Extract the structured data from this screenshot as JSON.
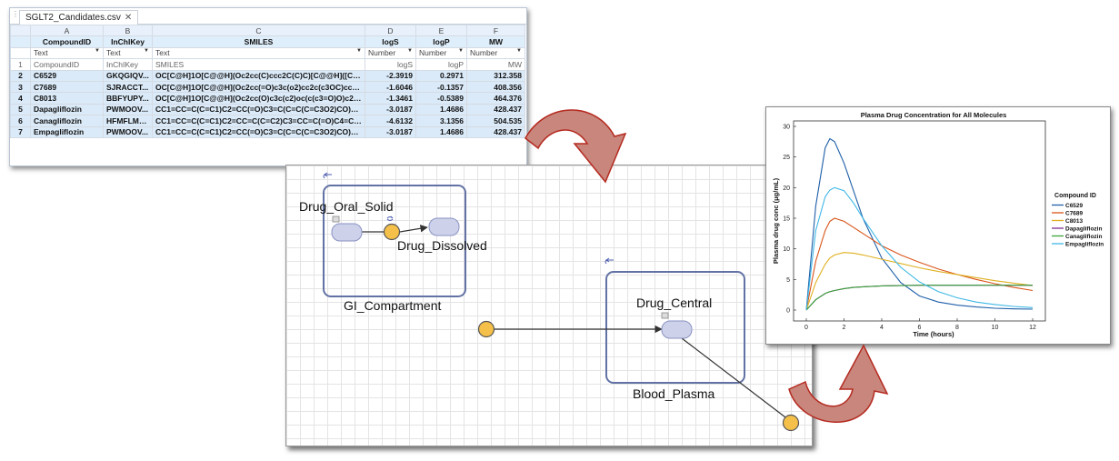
{
  "spreadsheet": {
    "tab_label": "SGLT2_Candidates.csv",
    "column_letters": [
      "A",
      "B",
      "C",
      "D",
      "E",
      "F"
    ],
    "headers": [
      "CompoundID",
      "InChIKey",
      "SMILES",
      "logS",
      "logP",
      "MW"
    ],
    "types": [
      "Text",
      "Text",
      "Text",
      "Number",
      "Number",
      "Number"
    ],
    "subheader_row": [
      "CompoundID",
      "InChIKey",
      "SMILES",
      "logS",
      "logP",
      "MW"
    ],
    "rows": [
      [
        "C6529",
        "GKQGIQV...",
        "OC[C@H]1O[C@@H](Oc2cc(C)ccc2C(C)C)[C@@H]([C@...",
        "-2.3919",
        "0.2971",
        "312.358"
      ],
      [
        "C7689",
        "SJRACCT...",
        "OC[C@H]1O[C@@H](Oc2cc(=O)c3c(o2)cc2c(c3OC)cco...",
        "-1.6046",
        "-0.1357",
        "408.356"
      ],
      [
        "C8013",
        "BBFYUPY...",
        "OC[C@H]1O[C@@H](Oc2cc(O)c3c(c2)oc(c(c3=O)O)c2cc...",
        "-1.3461",
        "-0.5389",
        "464.376"
      ],
      [
        "Dapagliflozin",
        "PWMOOV...",
        "CC1=CC=C(C=C1)C2=CC(=O)C3=C(C=C(C=C3O2)CO)O[...",
        "-3.0187",
        "1.4686",
        "428.437"
      ],
      [
        "Canagliflozin",
        "HFMFLMR...",
        "CC1=CC=C(C=C1)C2=CC=C(C=C2)C3=CC=C(=O)C4=C(C=C...",
        "-4.6132",
        "3.1356",
        "504.535"
      ],
      [
        "Empagliflozin",
        "PWMOOV...",
        "CC1=CC=C(C=C1)C2=CC(=O)C3=C(C=C(C=C3O2)CO)O[...",
        "-3.0187",
        "1.4686",
        "428.437"
      ]
    ],
    "row_numbers": [
      "1",
      "2",
      "3",
      "4",
      "5",
      "6",
      "7"
    ]
  },
  "diagram": {
    "labels": {
      "oral_solid": "Drug_Oral_Solid",
      "dissolved": "Drug_Dissolved",
      "gi": "GI_Compartment",
      "central": "Drug_Central",
      "plasma": "Blood_Plasma"
    }
  },
  "plot": {
    "chart_data": {
      "type": "line",
      "title": "Plasma Drug Concentration for All Molecules",
      "xlabel": "Time (hours)",
      "ylabel": "Plasma drug conc (μg/mL)",
      "xlim": [
        0,
        12
      ],
      "ylim": [
        0,
        30
      ],
      "xticks": [
        0,
        2,
        4,
        6,
        8,
        10,
        12
      ],
      "yticks": [
        0,
        5,
        10,
        15,
        20,
        25,
        30
      ],
      "legend_title": "Compound ID",
      "legend_position": "right",
      "x": [
        0,
        0.5,
        1,
        1.25,
        1.5,
        2,
        2.5,
        3,
        4,
        5,
        6,
        7,
        8,
        9,
        10,
        11,
        12
      ],
      "series": [
        {
          "name": "C6529",
          "color": "#1f5fa8",
          "values": [
            0,
            17,
            26.5,
            28,
            27.5,
            24,
            19.5,
            15,
            8.5,
            4.5,
            2.3,
            1.3,
            0.8,
            0.5,
            0.3,
            0.2,
            0.15
          ]
        },
        {
          "name": "C7689",
          "color": "#d9541a",
          "values": [
            0,
            8,
            13,
            14.5,
            15,
            14.5,
            13.5,
            12.5,
            10.5,
            9,
            7.8,
            6.7,
            5.8,
            5,
            4.3,
            3.7,
            3.2
          ]
        },
        {
          "name": "C8013",
          "color": "#e0b020",
          "values": [
            0,
            4.5,
            7.5,
            8.5,
            9,
            9.4,
            9.3,
            9,
            8.3,
            7.6,
            6.9,
            6.3,
            5.8,
            5.3,
            4.8,
            4.4,
            4
          ]
        },
        {
          "name": "Dapagliflozin",
          "color": "#7e2f8e",
          "values": [
            0,
            1.7,
            2.7,
            3.0,
            3.2,
            3.5,
            3.7,
            3.8,
            3.95,
            4.0,
            4.05,
            4.05,
            4.05,
            4.05,
            4.05,
            4.05,
            4.05
          ]
        },
        {
          "name": "Canagliflozin",
          "color": "#3aa33a",
          "values": [
            0,
            1.7,
            2.7,
            3.0,
            3.2,
            3.5,
            3.7,
            3.8,
            3.95,
            4.0,
            4.05,
            4.05,
            4.05,
            4.05,
            4.05,
            4.05,
            4.05
          ]
        },
        {
          "name": "Empagliflozin",
          "color": "#3fb8e6",
          "values": [
            0,
            13,
            18.5,
            19.6,
            20,
            19.5,
            17.5,
            15,
            10.5,
            7,
            4.6,
            3,
            2,
            1.3,
            0.9,
            0.6,
            0.4
          ]
        }
      ]
    }
  }
}
